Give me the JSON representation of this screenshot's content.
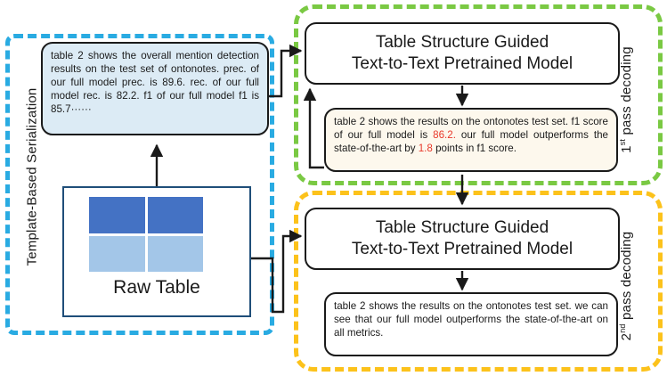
{
  "diagram": {
    "title": "Two-pass decoding with table structure guided text-to-text pretrained model",
    "colors": {
      "serialization_frame": "#29ABE2",
      "first_pass_frame": "#7AC943",
      "second_pass_frame": "#FCC21B",
      "serialized_bubble_fill": "#DCEBF5",
      "first_output_bubble_fill": "#FDF8ED",
      "second_output_bubble_fill": "#FFFFFF",
      "table_header_cell": "#4472C4",
      "table_body_cell": "#A3C6E8",
      "table_border": "#1F4E79",
      "highlight_text": "#E8392B",
      "stroke": "#1A1A1A"
    }
  },
  "groups": {
    "serialization": {
      "label": "Template-Based Serialization"
    },
    "first_pass": {
      "label_prefix": "1",
      "label_sup": "st",
      "label_suffix": " pass decoding"
    },
    "second_pass": {
      "label_prefix": "2",
      "label_sup": "nd",
      "label_suffix": " pass decoding"
    }
  },
  "raw_table": {
    "caption": "Raw Table",
    "cells": [
      {
        "row": 0,
        "col": 0,
        "style": "dark"
      },
      {
        "row": 0,
        "col": 1,
        "style": "dark"
      },
      {
        "row": 1,
        "col": 0,
        "style": "light"
      },
      {
        "row": 1,
        "col": 1,
        "style": "light"
      }
    ]
  },
  "model_boxes": {
    "first": {
      "line1": "Table Structure Guided",
      "line2": "Text-to-Text Pretrained Model"
    },
    "second": {
      "line1": "Table Structure Guided",
      "line2": "Text-to-Text Pretrained Model"
    }
  },
  "bubbles": {
    "serialized_input": {
      "text": "table 2 shows the overall mention detection results on the test set of ontonotes. prec. of our full model prec. is 89.6. rec. of our full model rec. is 82.2. f1 of our full model f1 is 85.7······"
    },
    "first_pass_output": {
      "part1": "table 2 shows the results on the ontonotes test set. f1 score of our full model is ",
      "highlight1": "86.2.",
      "part2": " our full model outperforms the state-of-the-art by ",
      "highlight2": "1.8",
      "part3": " points in f1 score."
    },
    "second_pass_output": {
      "text": "table 2 shows the results on the ontonotes test set. we can see that our full model outperforms the state-of-the-art on all metrics."
    }
  }
}
